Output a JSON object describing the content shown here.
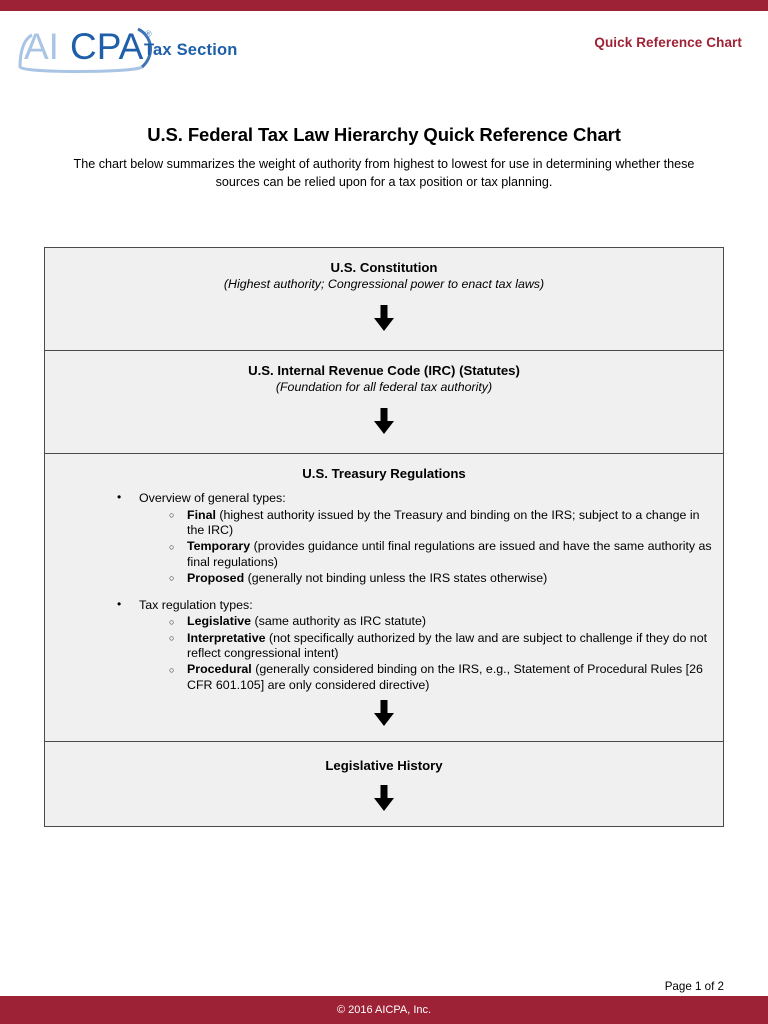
{
  "theme": {
    "brand_crimson": "#9E2236",
    "logo_blue": "#1F5FA9",
    "logo_light_blue": "#A9C4E4",
    "box_fill": "#F0F0F0",
    "box_border": "#4A4A4A"
  },
  "header": {
    "logo_text": "AICPA",
    "logo_registered": "®",
    "section_label": "Tax Section",
    "doc_type_label": "Quick Reference Chart"
  },
  "title": {
    "heading": "U.S. Federal Tax Law Hierarchy Quick Reference Chart",
    "subheading": "The chart below summarizes the weight of authority from highest to lowest for use in determining whether these sources can be relied upon for a tax position or tax planning."
  },
  "chart_data": {
    "type": "diagram",
    "title": "U.S. Federal Tax Law Hierarchy Quick Reference Chart",
    "direction": "top-to-bottom (highest to lowest authority)",
    "levels": [
      {
        "rank": 1,
        "title": "U.S. Constitution",
        "subtitle": "(Highest authority; Congressional power to enact tax laws)",
        "arrow_after": true
      },
      {
        "rank": 2,
        "title": "U.S. Internal Revenue Code (IRC) (Statutes)",
        "subtitle": "(Foundation for all federal tax authority)",
        "arrow_after": true
      },
      {
        "rank": 3,
        "title": "U.S. Treasury Regulations",
        "subtitle": "",
        "arrow_after": true,
        "groups": [
          {
            "lead": "Overview of general types:",
            "items": [
              {
                "term": "Final",
                "desc": "(highest authority issued by the Treasury and binding on the IRS; subject to a change in the IRC)"
              },
              {
                "term": "Temporary",
                "desc": "(provides guidance until final regulations are issued and have the same authority as final regulations)"
              },
              {
                "term": "Proposed",
                "desc": "(generally not binding unless the IRS states otherwise)"
              }
            ]
          },
          {
            "lead": "Tax regulation types:",
            "items": [
              {
                "term": "Legislative",
                "desc": "(same authority as IRC statute)"
              },
              {
                "term": "Interpretative",
                "desc": "(not specifically authorized by the law and are subject to challenge if they do not reflect congressional intent)"
              },
              {
                "term": "Procedural",
                "desc": "(generally considered binding on the IRS, e.g., Statement of Procedural Rules [26 CFR 601.105] are only considered directive)"
              }
            ]
          }
        ]
      },
      {
        "rank": 4,
        "title": "Legislative History",
        "subtitle": "",
        "arrow_after": true
      }
    ]
  },
  "footer": {
    "page_label": "Page 1 of 2",
    "copyright": "© 2016 AICPA, Inc."
  }
}
